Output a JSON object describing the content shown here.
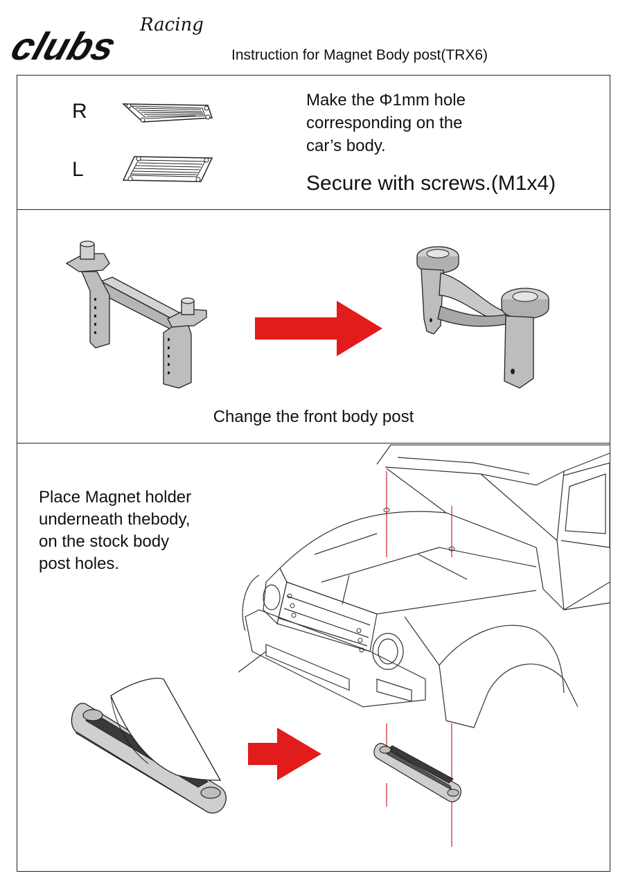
{
  "brand": {
    "wordmark": "clubs",
    "script": "Racing"
  },
  "header": {
    "title": "Instruction for Magnet Body post(TRX6)"
  },
  "step1": {
    "right_label": "R",
    "left_label": "L",
    "instruction_lines": [
      "Make the Φ1mm hole",
      "corresponding on the",
      "car’s body."
    ],
    "secure_text": "Secure with screws.(M1x4)"
  },
  "step2": {
    "caption": "Change the front body post"
  },
  "step3": {
    "instruction_lines": [
      "Place Magnet holder",
      "underneath thebody,",
      "on the stock body",
      "post holes."
    ]
  },
  "colors": {
    "arrow": "#e21b1b",
    "part_fill": "#bfbfbf",
    "part_dark": "#555555",
    "magnet_dark": "#3a3a3a",
    "guide_line": "#d0202a"
  }
}
